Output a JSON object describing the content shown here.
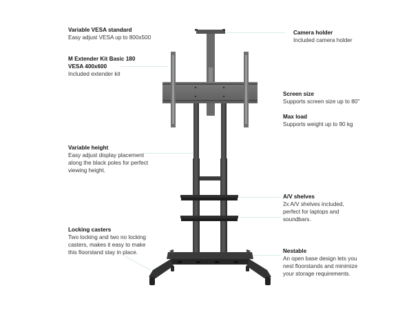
{
  "features": {
    "left": [
      {
        "title": "Variable VESA standard",
        "desc": [
          "Easy adjust VESA up to 800x500"
        ]
      },
      {
        "title": "M Extender Kit Basic 180",
        "title2": "VESA 400x600",
        "desc": [
          "Included extender kit"
        ]
      },
      {
        "title": "Variable height",
        "desc": [
          "Easy adjust display placement",
          "along the black poles for perfect",
          "viewing height."
        ]
      },
      {
        "title": "Locking casters",
        "desc": [
          "Two locking and two no locking",
          "casters, makes it easy to make",
          "this floorstand stay in place."
        ]
      }
    ],
    "right": [
      {
        "title": "Camera holder",
        "desc": [
          "Included camera holder"
        ]
      },
      {
        "title": "Screen size",
        "desc": [
          "Supports screen size up to 80\""
        ]
      },
      {
        "title": "Max load",
        "desc": [
          "Supports weight up to 90 kg"
        ]
      },
      {
        "title": "A/V shelves",
        "desc": [
          "2x A/V shelves included,",
          "perfect for laptops and",
          "soundbars."
        ]
      },
      {
        "title": "Nestable",
        "desc": [
          "An open base design lets you",
          "nest floorstands and minimize",
          "your storage requirements."
        ]
      }
    ]
  },
  "colors": {
    "stand_dark": "#2b2b2b",
    "stand_grey": "#6e6e6e",
    "leader": "#d7ebea"
  }
}
